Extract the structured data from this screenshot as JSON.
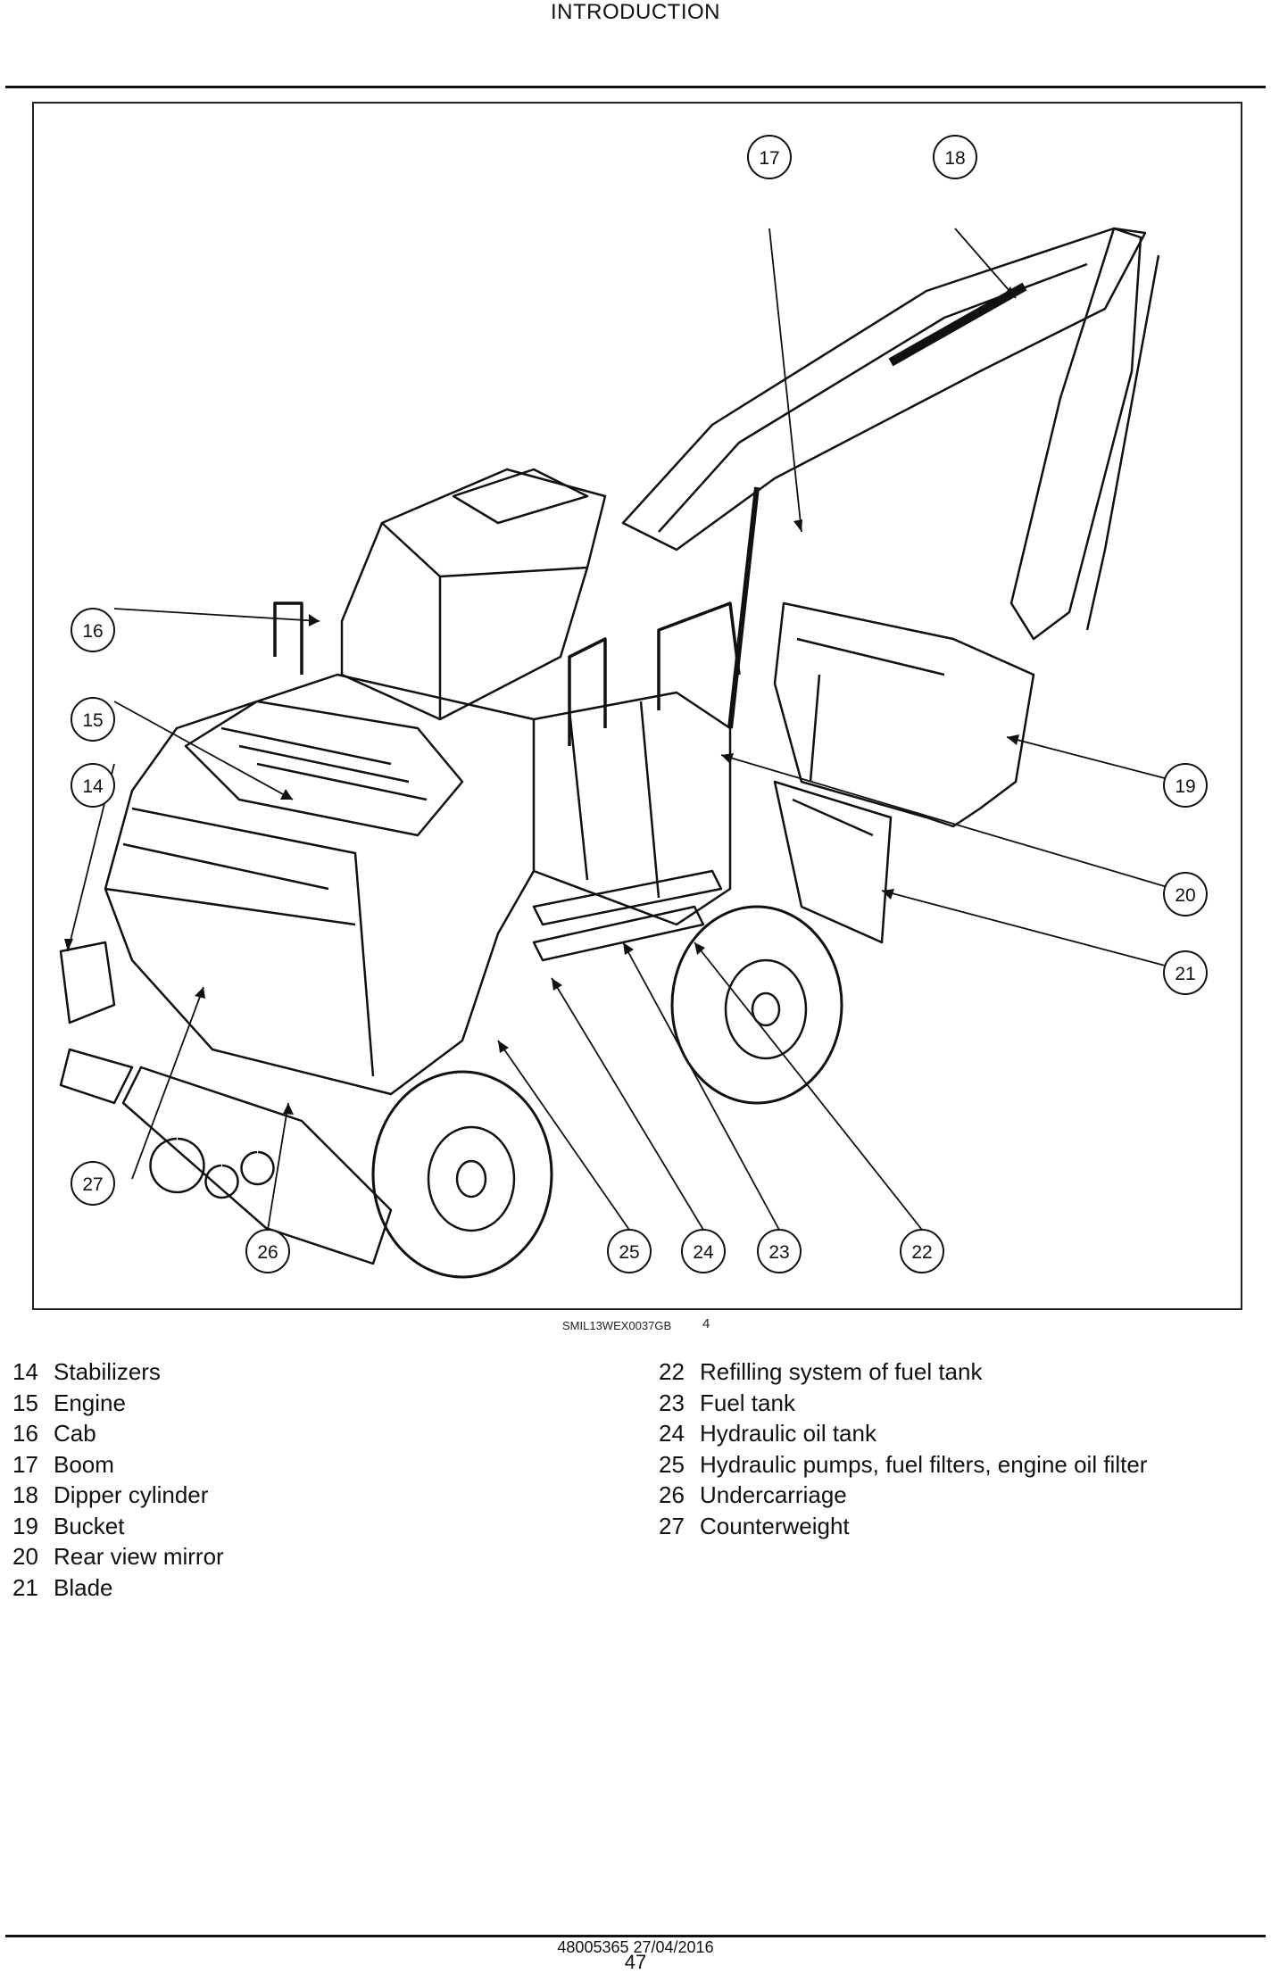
{
  "header": {
    "title": "INTRODUCTION"
  },
  "figure": {
    "reference_code": "SMIL13WEX0037GB",
    "figure_number": "4",
    "callouts": [
      "14",
      "15",
      "16",
      "17",
      "18",
      "19",
      "20",
      "21",
      "22",
      "23",
      "24",
      "25",
      "26",
      "27"
    ]
  },
  "legend": {
    "left": [
      {
        "num": "14",
        "label": "Stabilizers"
      },
      {
        "num": "15",
        "label": "Engine"
      },
      {
        "num": "16",
        "label": "Cab"
      },
      {
        "num": "17",
        "label": "Boom"
      },
      {
        "num": "18",
        "label": "Dipper cylinder"
      },
      {
        "num": "19",
        "label": "Bucket"
      },
      {
        "num": "20",
        "label": "Rear view mirror"
      },
      {
        "num": "21",
        "label": "Blade"
      }
    ],
    "right": [
      {
        "num": "22",
        "label": "Refilling system of fuel tank"
      },
      {
        "num": "23",
        "label": "Fuel tank"
      },
      {
        "num": "24",
        "label": "Hydraulic oil tank"
      },
      {
        "num": "25",
        "label": "Hydraulic pumps, fuel filters, engine oil filter"
      },
      {
        "num": "26",
        "label": "Undercarriage"
      },
      {
        "num": "27",
        "label": "Counterweight"
      }
    ]
  },
  "footer": {
    "doc_date": "48005365 27/04/2016",
    "page": "47"
  }
}
